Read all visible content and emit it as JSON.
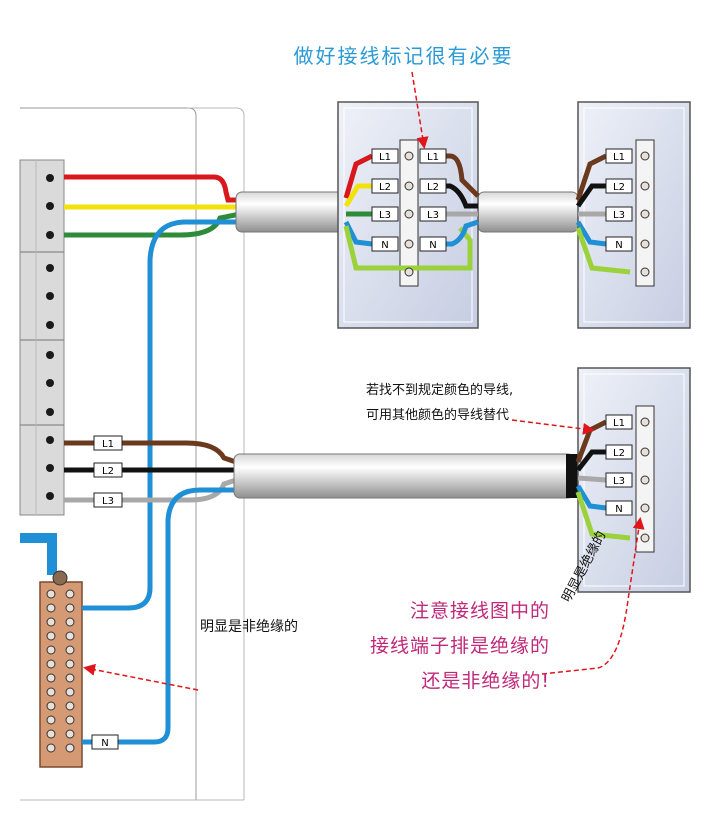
{
  "labels": {
    "top_note": "做好接线标记很有必要",
    "substitute_line1": "若找不到规定颜色的导线,",
    "substitute_line2": "可用其他颜色的导线替代",
    "attention_line1": "注意接线图中的",
    "attention_line2": "接线端子排是绝缘的",
    "attention_line3": "还是非绝缘的!",
    "left_vertical": "明显是非绝缘的",
    "right_rotated": "明显是绝缘的"
  },
  "wire_tags": {
    "l1": "L1",
    "l2": "L2",
    "l3": "L3",
    "n": "N"
  },
  "colors": {
    "brown": "#6b3a1e",
    "black": "#111111",
    "grey": "#a8a8a8",
    "blue": "#1f8fd6",
    "red": "#d8181c",
    "yellow": "#f2e20a",
    "green": "#2e8b3a",
    "earth_green": "#9bd23b",
    "leader": "#e0161b",
    "panel_fill": "#d9dff0",
    "brass": "#d59a74"
  }
}
